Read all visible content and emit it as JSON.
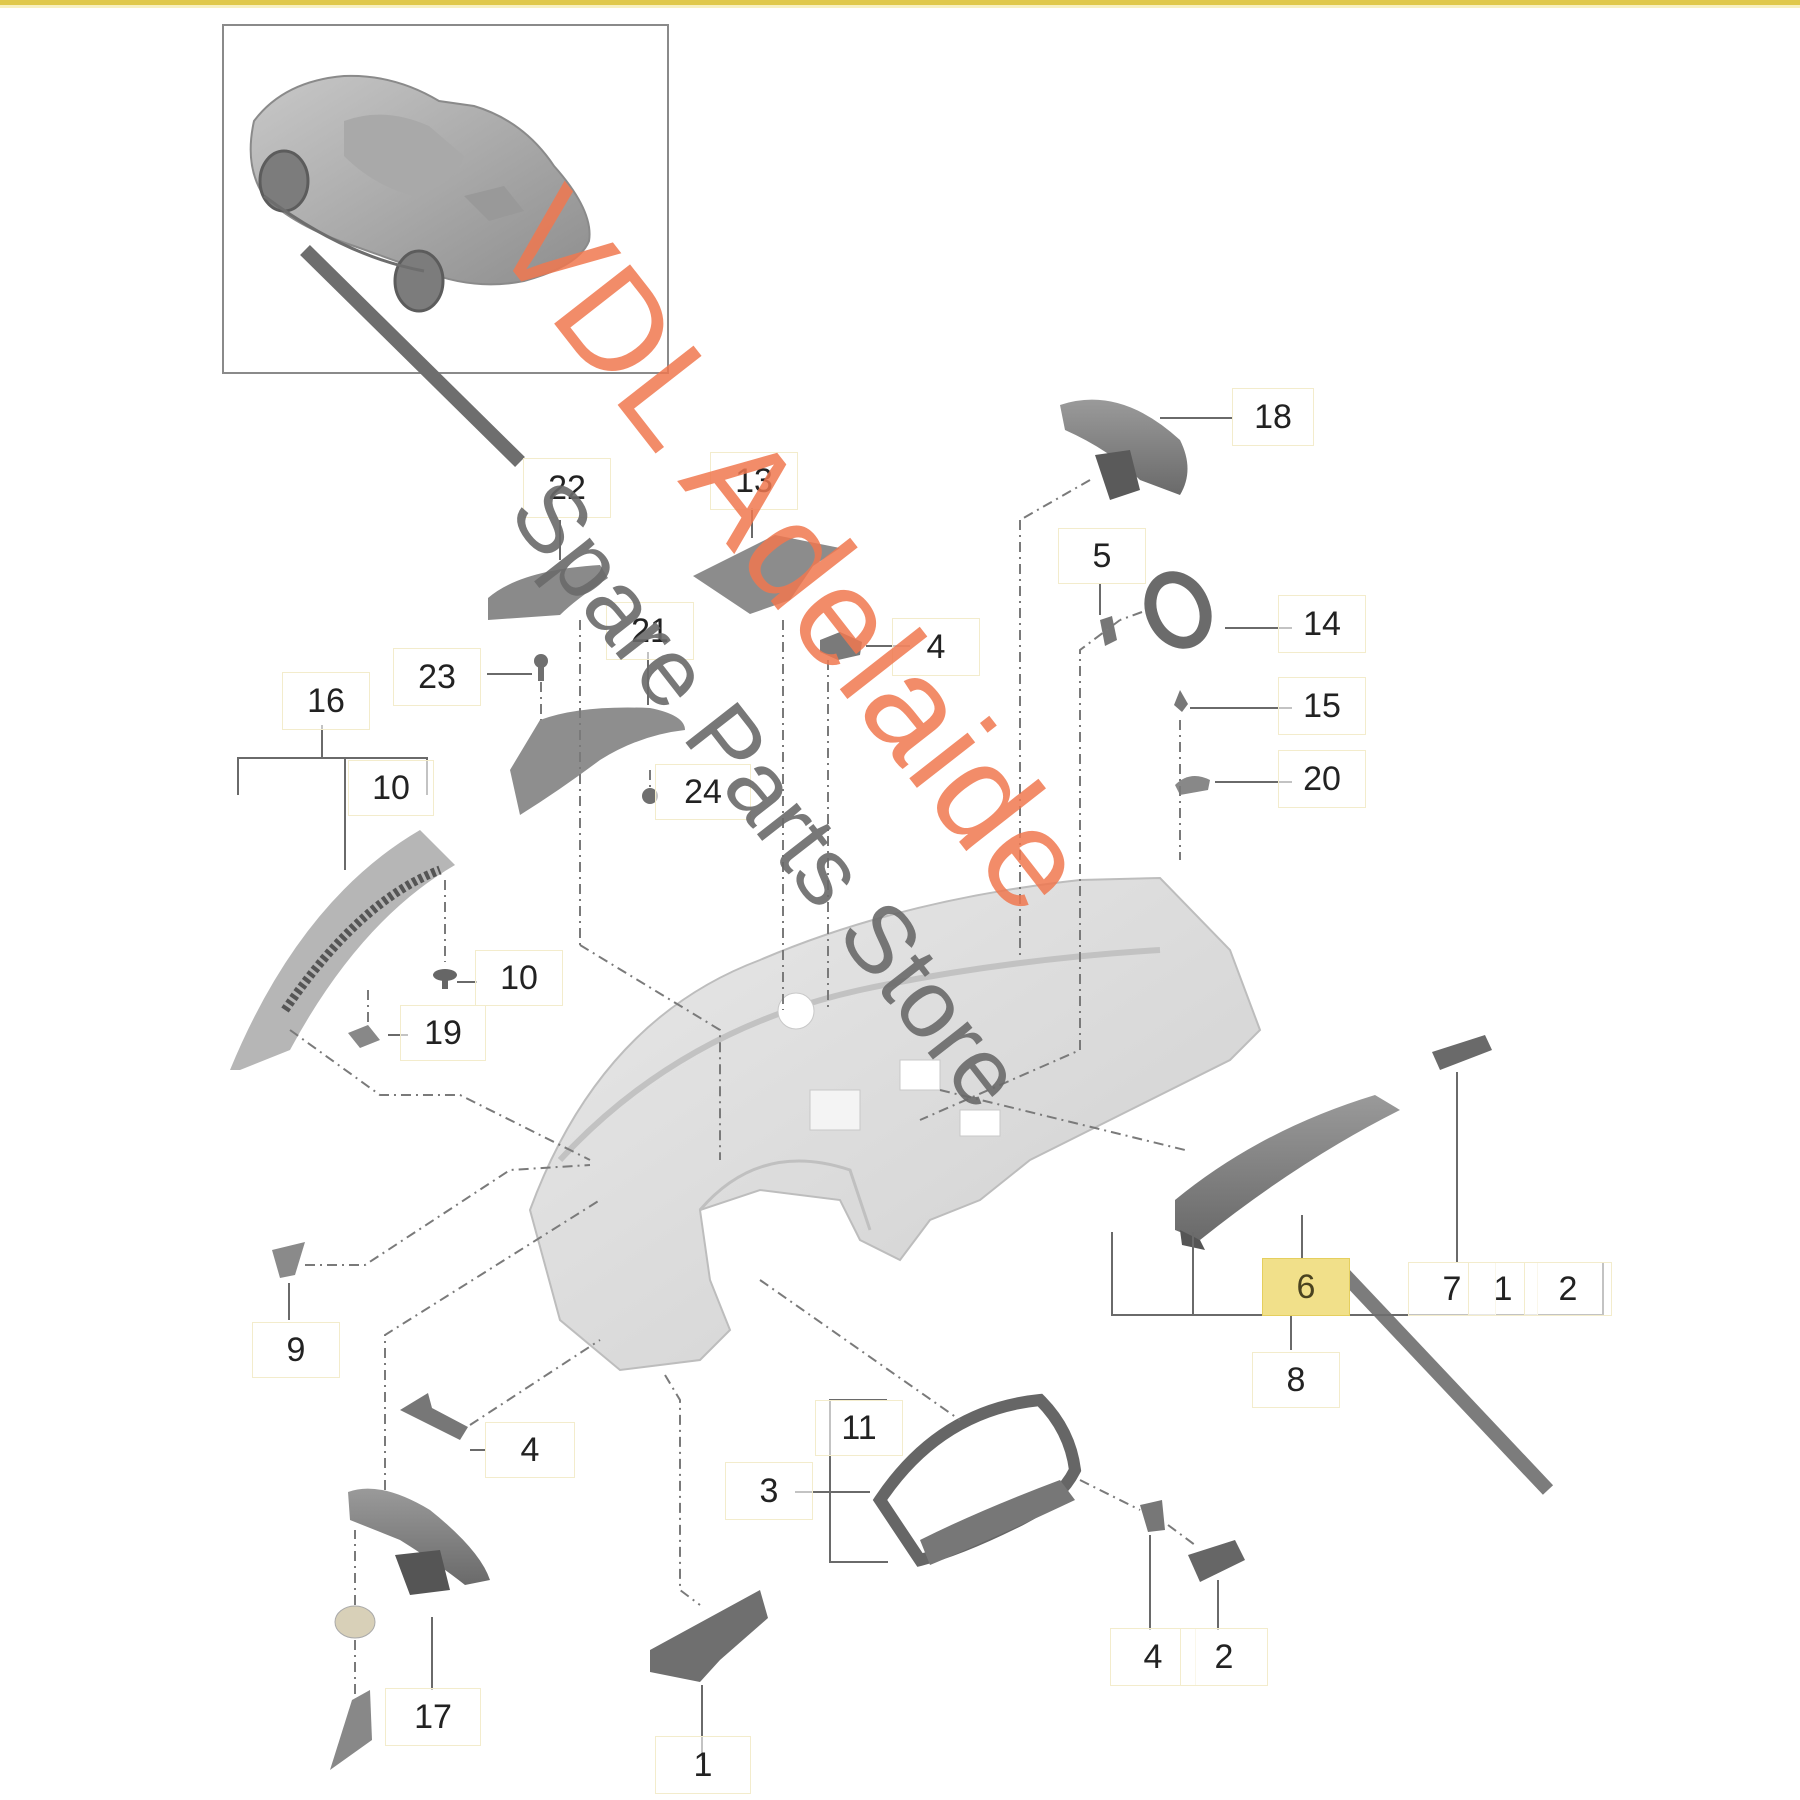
{
  "diagram": {
    "type": "exploded-parts-diagram",
    "subject": "Dashboard / instrument panel carrier assembly",
    "thumbnail": "sports-car-overview",
    "selected_part": "6",
    "colors": {
      "accent_bar": "#e0c84a",
      "selected_label_fill": "#f1e08a",
      "label_border": "#f3eccc",
      "watermark_red": "#f07850",
      "watermark_grey": "#6a6a6a",
      "part_grey": "#7a7a7a",
      "dash_grey": "#d6d6d6"
    }
  },
  "labels": [
    {
      "id": "18",
      "text": "18"
    },
    {
      "id": "22",
      "text": "22"
    },
    {
      "id": "13",
      "text": "13"
    },
    {
      "id": "5",
      "text": "5"
    },
    {
      "id": "14",
      "text": "14"
    },
    {
      "id": "4a",
      "text": "4"
    },
    {
      "id": "21",
      "text": "21"
    },
    {
      "id": "23",
      "text": "23"
    },
    {
      "id": "15",
      "text": "15"
    },
    {
      "id": "16",
      "text": "16"
    },
    {
      "id": "10a",
      "text": "10"
    },
    {
      "id": "24",
      "text": "24"
    },
    {
      "id": "20",
      "text": "20"
    },
    {
      "id": "10b",
      "text": "10"
    },
    {
      "id": "19",
      "text": "19"
    },
    {
      "id": "6",
      "text": "6"
    },
    {
      "id": "7",
      "text": "7"
    },
    {
      "id": "1a",
      "text": "1"
    },
    {
      "id": "2a",
      "text": "2"
    },
    {
      "id": "9",
      "text": "9"
    },
    {
      "id": "8",
      "text": "8"
    },
    {
      "id": "4b",
      "text": "4"
    },
    {
      "id": "11",
      "text": "11"
    },
    {
      "id": "3",
      "text": "3"
    },
    {
      "id": "4c",
      "text": "4"
    },
    {
      "id": "2b",
      "text": "2"
    },
    {
      "id": "17",
      "text": "17"
    },
    {
      "id": "1b",
      "text": "1"
    }
  ],
  "watermark": {
    "line1": "VDL Adelaide",
    "line2": "Spare Parts Store"
  }
}
